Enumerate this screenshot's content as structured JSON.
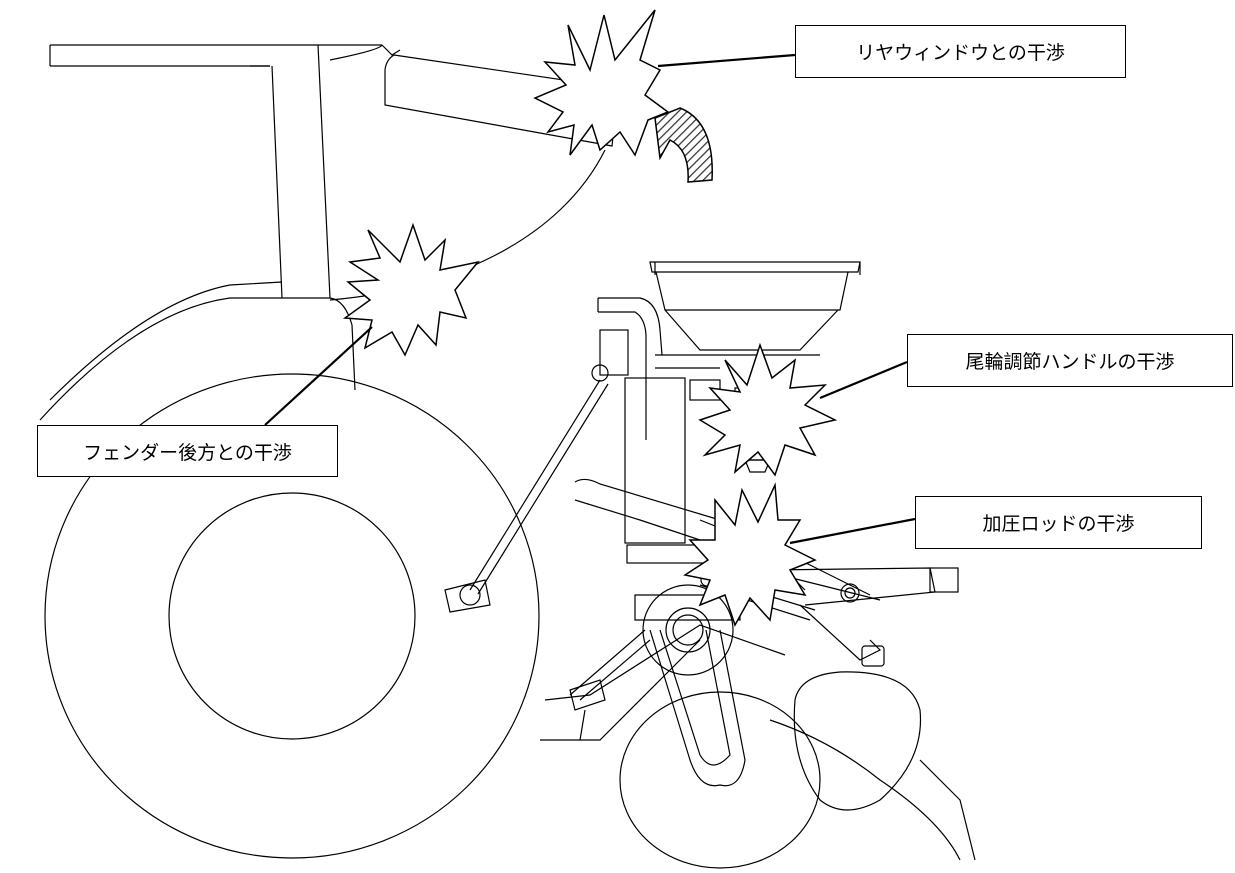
{
  "callouts": {
    "rear_window": "リヤウィンドウとの干渉",
    "fender": "フェンダー後方との干渉",
    "tail_wheel": "尾輪調節ハンドルの干渉",
    "press_rod": "加圧ロッドの干渉"
  },
  "colors": {
    "line": "#000000",
    "background": "#ffffff",
    "hatch": "#555555"
  }
}
